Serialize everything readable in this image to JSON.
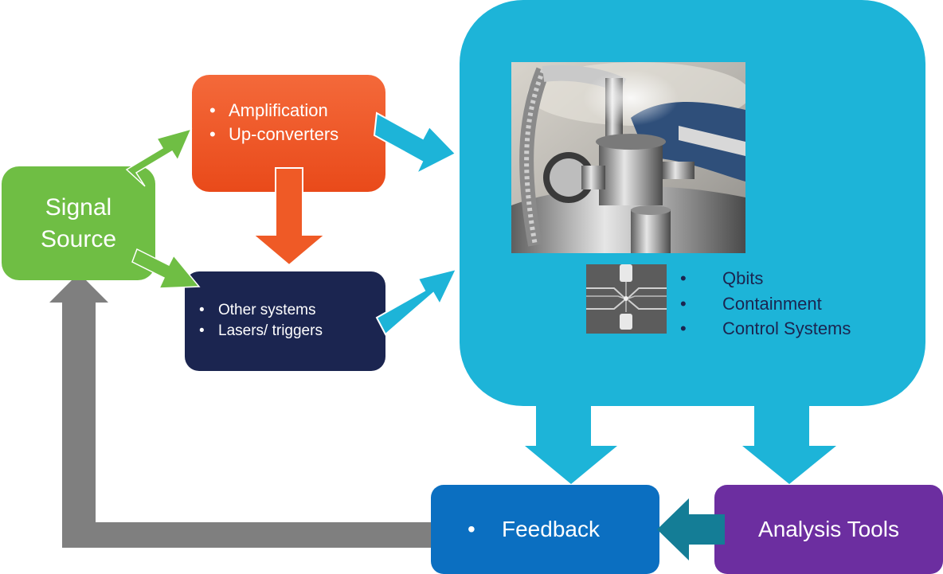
{
  "signal_source": {
    "line1": "Signal",
    "line2": "Source"
  },
  "amplification_box": {
    "items": [
      {
        "bullet": "•",
        "label": "Amplification"
      },
      {
        "bullet": "•",
        "label": "Up-converters"
      }
    ]
  },
  "systems_box": {
    "items": [
      {
        "bullet": "•",
        "label": "Other systems"
      },
      {
        "bullet": "•",
        "label": "Lasers/ triggers"
      }
    ]
  },
  "quantum_system": {
    "items": [
      {
        "bullet": "•",
        "label": "Qbits"
      },
      {
        "bullet": "•",
        "label": "Containment"
      },
      {
        "bullet": "•",
        "label": "Control Systems"
      }
    ]
  },
  "feedback_box": {
    "bullet": "•",
    "label": "Feedback"
  },
  "analysis_box": {
    "label": "Analysis Tools"
  },
  "colors": {
    "signal_source": "#6fbe44",
    "amplification": "#ef5a26",
    "systems": "#1b2550",
    "quantum_panel": "#1db4d8",
    "feedback": "#0b6fc1",
    "analysis": "#6c2ea0",
    "return_arrow": "#7f7f7f",
    "analysis_to_feedback_arrow": "#147d96"
  }
}
